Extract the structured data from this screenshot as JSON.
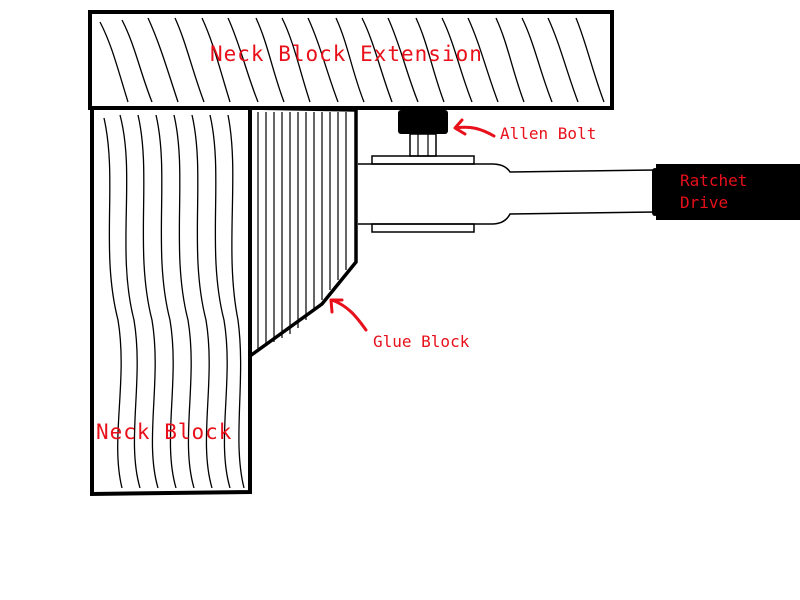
{
  "labels": {
    "neck_block_extension": "Neck Block Extension",
    "allen_bolt": "Allen Bolt",
    "ratchet_drive_line1": "Ratchet",
    "ratchet_drive_line2": "Drive",
    "glue_block": "Glue Block",
    "neck_block": "Neck Block"
  },
  "colors": {
    "label_red": "#e8101a",
    "outline": "#000000",
    "background": "#ffffff"
  },
  "parts": [
    "neck-block-extension",
    "neck-block",
    "glue-block",
    "allen-bolt",
    "ratchet-wrench",
    "ratchet-drive-handle"
  ]
}
